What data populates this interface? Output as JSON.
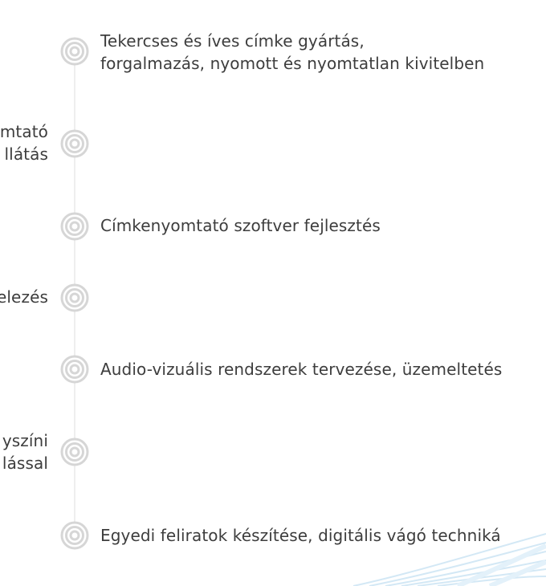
{
  "timeline": {
    "items": [
      {
        "side": "right",
        "lines": [
          "Tekercses és íves címke gyártás,",
          "forgalmazás, nyomott és nyomtatlan kivitelben"
        ]
      },
      {
        "side": "left",
        "lines": [
          "mtató",
          "llátás"
        ]
      },
      {
        "side": "right",
        "lines": [
          "Címkenyomtató szoftver fejlesztés"
        ]
      },
      {
        "side": "left",
        "lines": [
          "elezés"
        ]
      },
      {
        "side": "right",
        "lines": [
          "Audio-vizuális rendszerek tervezése, üzemeltetés"
        ]
      },
      {
        "side": "left",
        "lines": [
          "yszíni",
          "lással"
        ]
      },
      {
        "side": "right",
        "lines": [
          "Egyedi feliratok készítése, digitális vágó techniká"
        ]
      }
    ]
  },
  "colors": {
    "text": "#3d3d3d",
    "bullet": "#d6d6d6",
    "line": "#eeeeee",
    "decoration": "#cfe6f5"
  },
  "icons": {
    "bullet": "concentric-circle-icon"
  }
}
